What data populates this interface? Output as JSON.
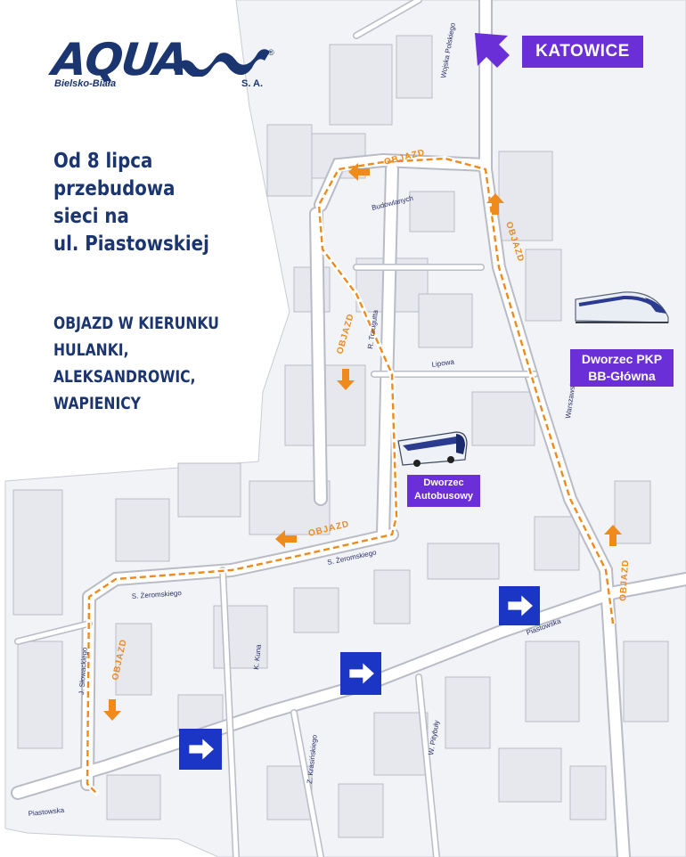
{
  "logo": {
    "word": "AQUA",
    "city": "Bielsko-Biała",
    "suffix": "S. A.",
    "mark": "®",
    "waves_icon": "waves-icon",
    "color": "#1a3570"
  },
  "headline": [
    "Od 8 lipca",
    "przebudowa",
    "sieci na",
    "ul. Piastowskiej"
  ],
  "detour_info": [
    "OBJAZD W KIERUNKU",
    "HULANKI,",
    "ALEKSANDROWIC,",
    "WAPIENICY"
  ],
  "katowice": {
    "label": "KATOWICE",
    "icon": "arrow-up-left-icon"
  },
  "station": {
    "lines": [
      "Dworzec PKP",
      "BB-Główna"
    ],
    "icon": "train-icon"
  },
  "bus_station": {
    "lines": [
      "Dworzec",
      "Autobusowy"
    ],
    "icon": "bus-icon"
  },
  "detour_label": "OBJAZD",
  "streets": {
    "budowlanych": "Budowlanych",
    "trauguta": "R. Traugutta",
    "lipowa": "Lipowa",
    "wojska_polskiego": "Wojska Polskiego",
    "zeromskiego_1": "S. Żeromskiego",
    "zeromskiego_2": "S. Żeromskiego",
    "piastowska_1": "Piastowska",
    "piastowska_2": "Piastowska",
    "slowackiego": "J. Słowackiego",
    "kuna": "K. Kuna",
    "krasinskiego": "Z. Krasińskiego",
    "pitybuly": "W. Pitybuły",
    "warszawska": "Warszawska"
  },
  "colors": {
    "route": "#ef8a1c",
    "brand": "#1a3570",
    "highlight": "#6a2fd6",
    "sign": "#1b35c4",
    "map_bg": "#f2f3f6",
    "street": "#ffffff",
    "outline": "#b9bcc6"
  }
}
